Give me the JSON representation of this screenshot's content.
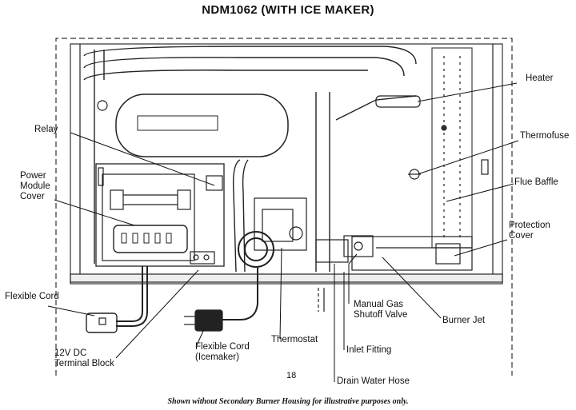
{
  "title": "NDM1062 (WITH ICE MAKER)",
  "page_number": "18",
  "footnote": "Shown without Secondary Burner Housing for illustrative purposes only.",
  "labels": {
    "heater": "Heater",
    "relay": "Relay",
    "thermofuse": "Thermofuse",
    "power_module_cover": [
      "Power",
      "Module",
      "Cover"
    ],
    "flue_baffle": "Flue Baffle",
    "protection_cover": [
      "Protection",
      "Cover"
    ],
    "flexible_cord": "Flexible Cord",
    "manual_gas_shutoff_valve": [
      "Manual Gas",
      "Shutoff Valve"
    ],
    "burner_jet": "Burner Jet",
    "thermostat": "Thermostat",
    "terminal_block": [
      "12V DC",
      "Terminal Block"
    ],
    "flexible_cord_icemaker": [
      "Flexible Cord",
      "(Icemaker)"
    ],
    "inlet_fitting": "Inlet Fitting",
    "drain_water_hose": "Drain Water Hose"
  }
}
